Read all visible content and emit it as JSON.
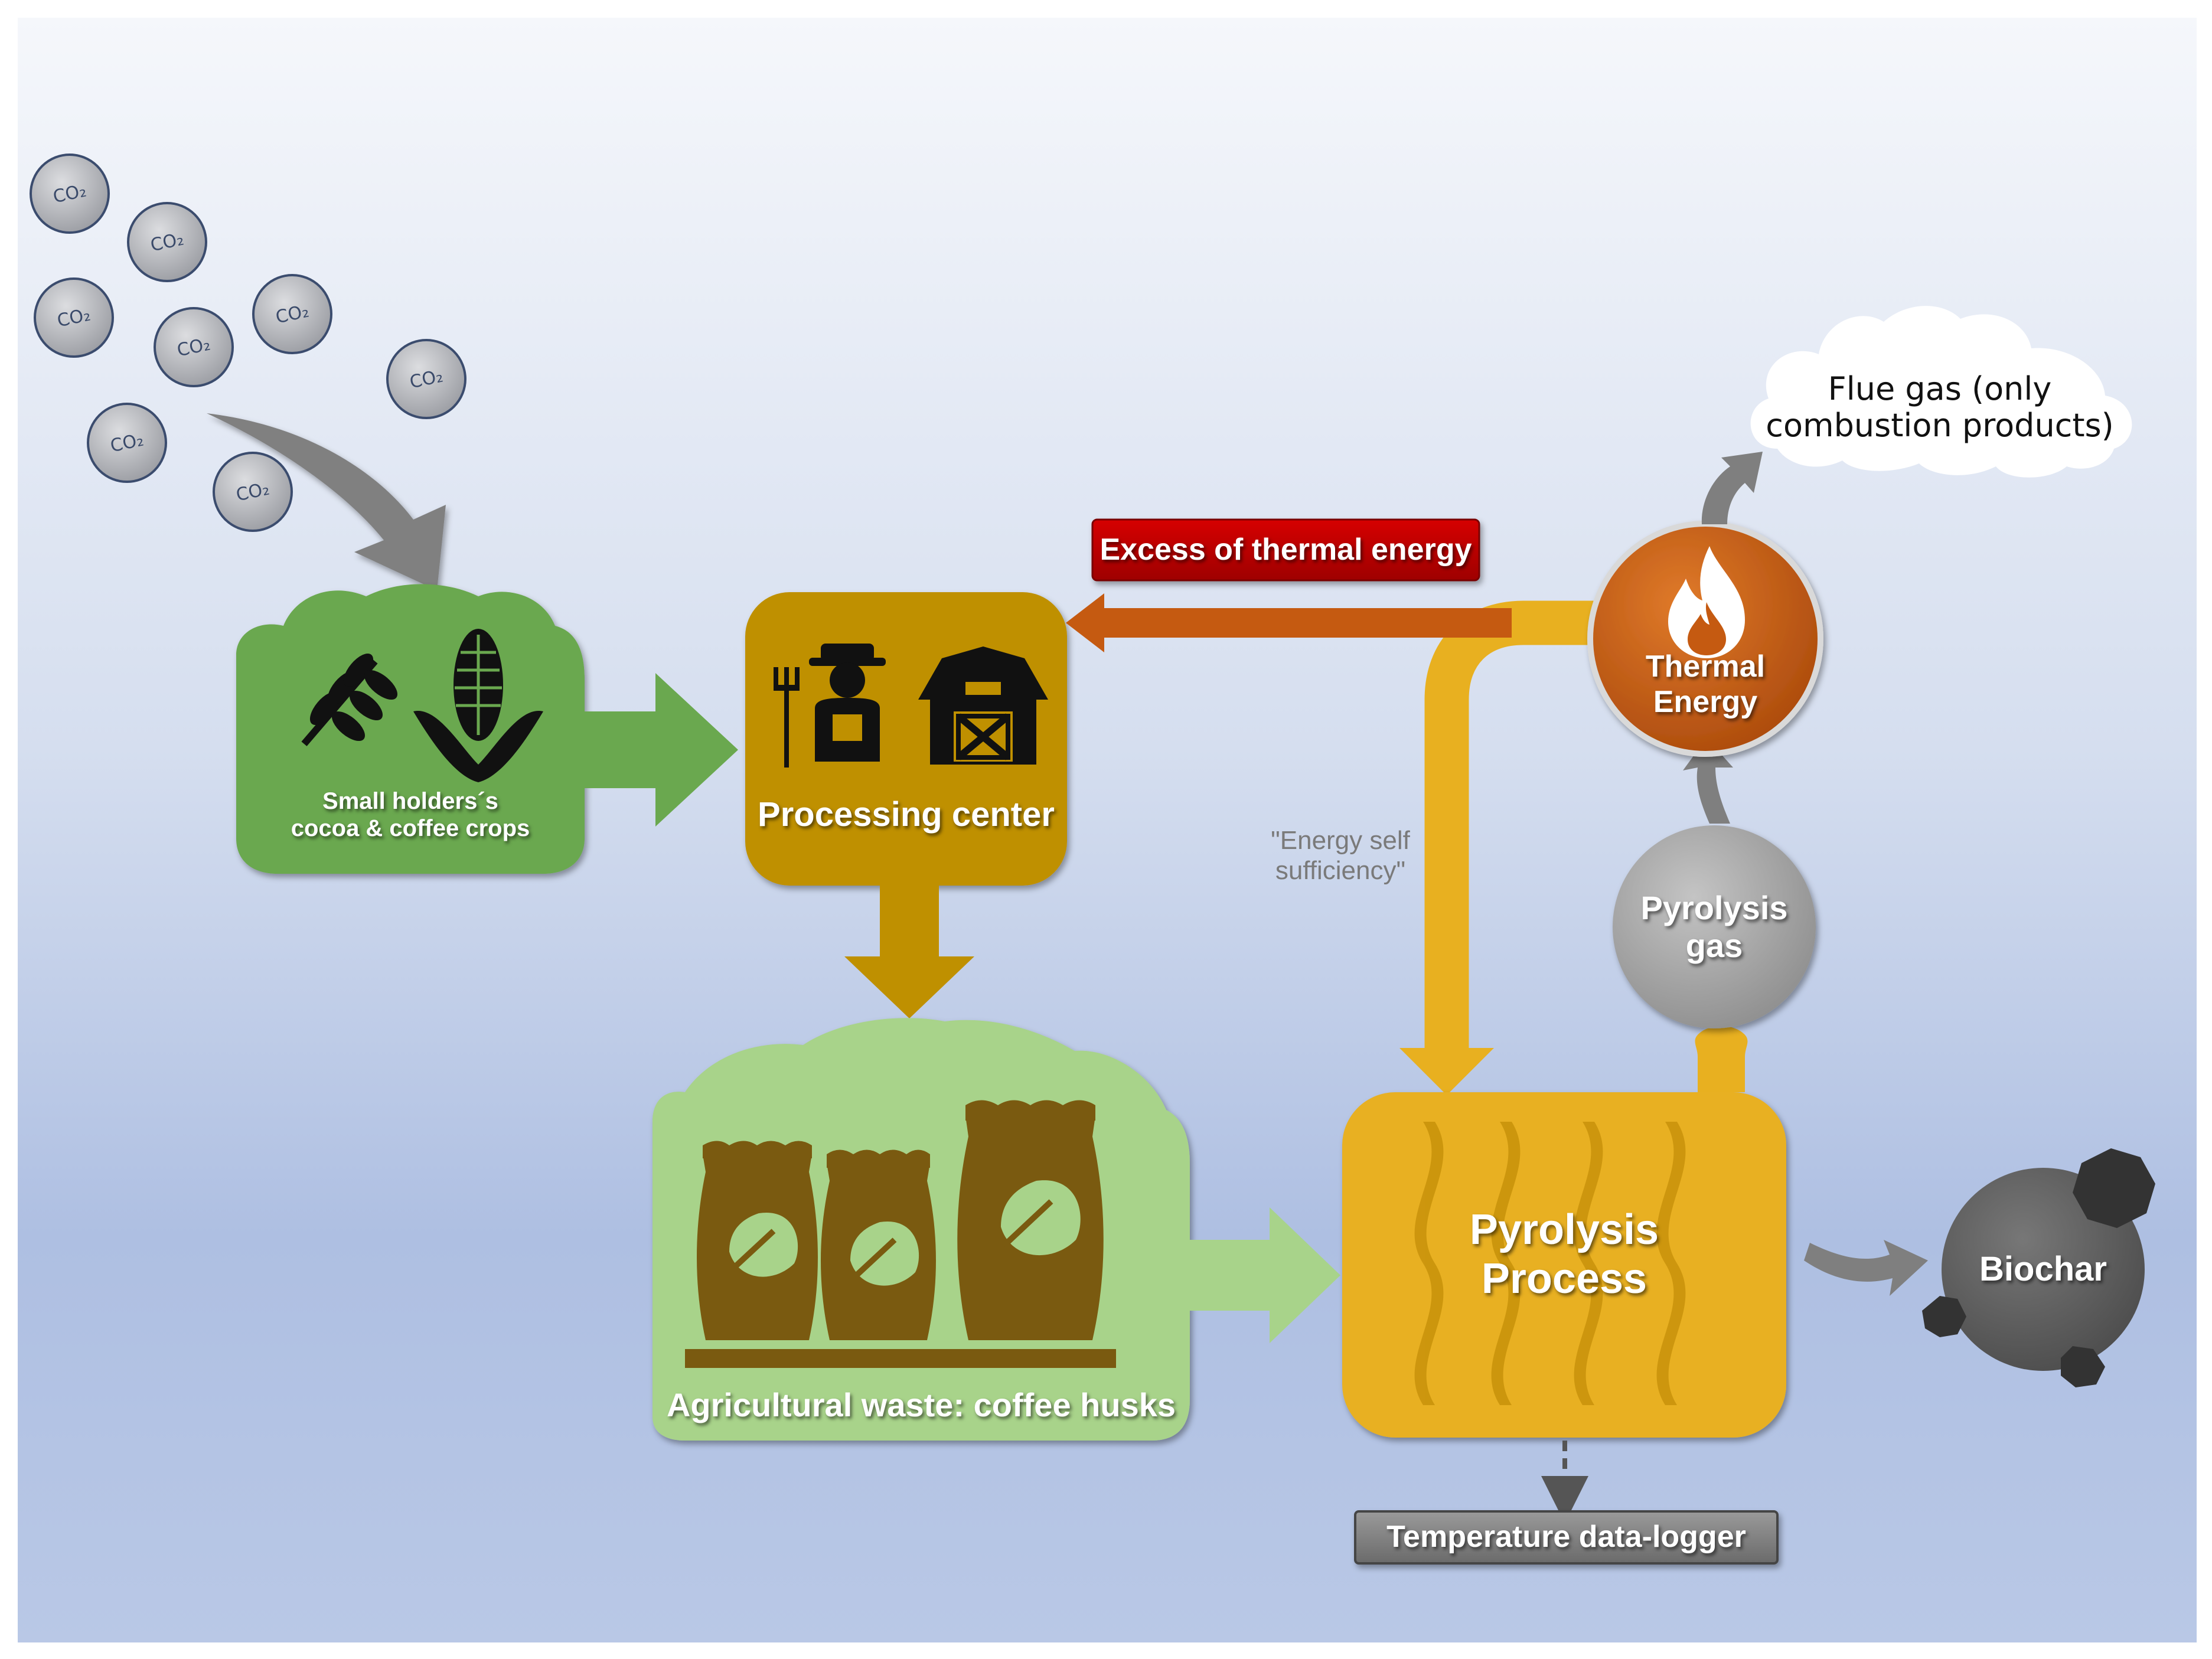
{
  "co2_molecules": [
    "CO₂",
    "CO₂",
    "CO₂",
    "CO₂",
    "CO₂",
    "CO₂",
    "CO₂",
    "CO₂"
  ],
  "nodes": {
    "crops": {
      "label": "Small holders´s\ncocoa & coffee crops",
      "icons": [
        "wheat-icon",
        "corn-icon"
      ]
    },
    "processing_center": {
      "label": "Processing center",
      "icons": [
        "farmer-icon",
        "barn-icon"
      ]
    },
    "agricultural_waste": {
      "label": "Agricultural waste: coffee husks",
      "icons": [
        "sack-icon",
        "sack-icon",
        "sack-icon"
      ]
    },
    "pyrolysis_process": {
      "label": "Pyrolysis\nProcess"
    },
    "pyrolysis_gas": {
      "label": "Pyrolysis\ngas"
    },
    "thermal_energy": {
      "label": "Thermal\nEnergy",
      "icon": "flame-icon"
    },
    "flue_gas": {
      "label": "Flue gas (only\ncombustion products)"
    },
    "biochar": {
      "label": "Biochar"
    },
    "temperature_logger": {
      "label": "Temperature data-logger"
    }
  },
  "annotations": {
    "excess_thermal_energy": "Excess of thermal energy",
    "energy_self_sufficiency": "\"Energy self\nsufficiency\""
  },
  "colors": {
    "crops_green": "#6aa84f",
    "waste_green": "#a8d38a",
    "processing_gold": "#bf9000",
    "pyrolysis_yellow": "#e8b020",
    "thermal_orange": "#c55a11",
    "excess_red": "#c00000",
    "gas_grey": "#a6a6a6",
    "arrow_grey": "#7f7f7f",
    "background_top": "#f4f6fb",
    "background_bottom": "#a9bde3"
  }
}
